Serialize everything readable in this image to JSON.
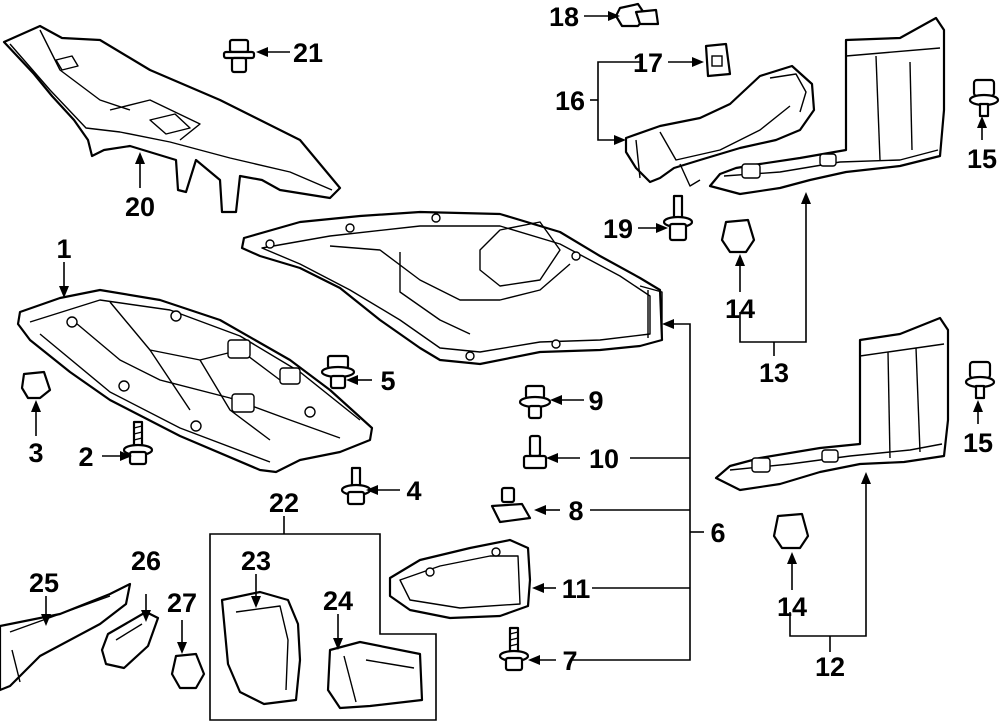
{
  "diagram": {
    "callouts": [
      "1",
      "2",
      "3",
      "4",
      "5",
      "6",
      "7",
      "8",
      "9",
      "10",
      "11",
      "12",
      "13",
      "14",
      "14",
      "15",
      "15",
      "16",
      "17",
      "18",
      "19",
      "20",
      "21",
      "22",
      "23",
      "24",
      "25",
      "26",
      "27"
    ]
  }
}
